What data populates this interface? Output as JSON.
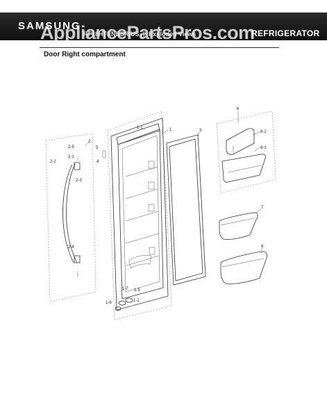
{
  "header": {
    "brand": "SAMSUNG",
    "watermark": "AppliancePartsPros.com",
    "model": "RF18HFENBSR/US",
    "views_label": "Exploded Views",
    "category": "REFRIGERATOR"
  },
  "section": {
    "title": "Door Right compartment"
  },
  "parts": {
    "p1": "1",
    "p1_1": "1-1",
    "p1_2": "1-2",
    "p1_5": "1-5",
    "p1_6": "1-6",
    "p1_7": "1-7",
    "p2": "2",
    "p2_1": "2-1",
    "p2_2": "2-2",
    "p2_3": "2-3",
    "p2_4": "2-4",
    "p2_5": "2-5",
    "p3": "3",
    "p4": "4",
    "p5": "5",
    "p6": "6",
    "p6_1": "6-1",
    "p6_2": "6-2",
    "p7": "7",
    "p8": "8"
  }
}
